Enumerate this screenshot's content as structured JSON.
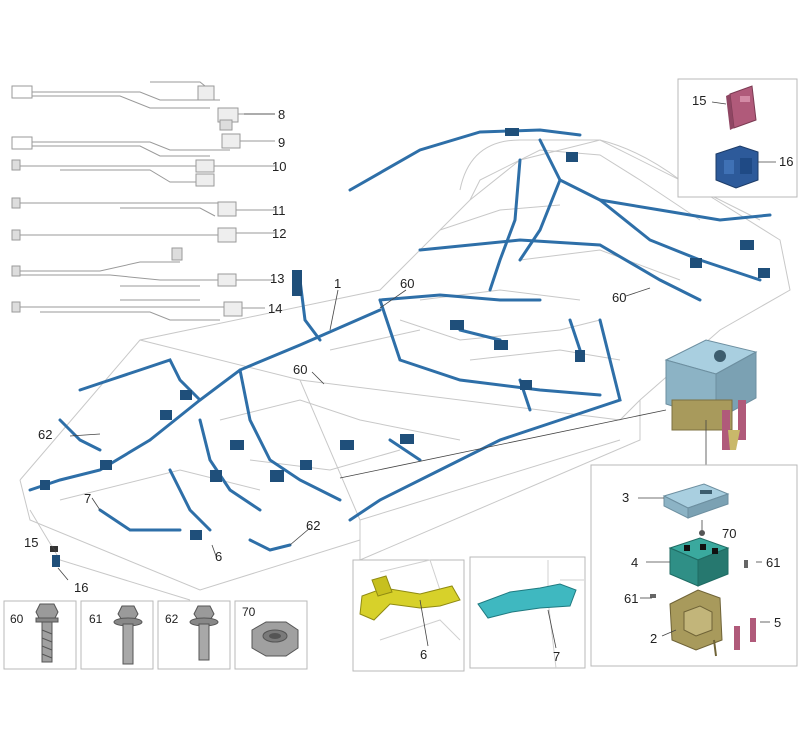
{
  "callouts": {
    "c8": "8",
    "c9": "9",
    "c10": "10",
    "c11": "11",
    "c12": "12",
    "c13": "13",
    "c14": "14",
    "c1": "1",
    "c60a": "60",
    "c60b": "60",
    "c60c": "60",
    "c62a": "62",
    "c62b": "62",
    "c7": "7",
    "c6": "6",
    "c15": "15",
    "c16": "16",
    "inset_15": "15",
    "inset_16": "16",
    "fuse_3": "3",
    "fuse_70": "70",
    "fuse_4": "4",
    "fuse_61a": "61",
    "fuse_61b": "61",
    "fuse_2": "2",
    "fuse_5": "5",
    "detail_6": "6",
    "detail_7": "7"
  },
  "fasteners": [
    {
      "label": "60",
      "icon": "bolt-long-icon"
    },
    {
      "label": "61",
      "icon": "bolt-flange-icon"
    },
    {
      "label": "62",
      "icon": "bolt-flange-short-icon"
    },
    {
      "label": "70",
      "icon": "hex-nut-icon"
    }
  ],
  "colors": {
    "harness": "#2e6fa8",
    "harness_dark": "#1f4f7a",
    "body_line": "#c8c8c8",
    "fusebox_top": "#a9cfe0",
    "relay_green": "#2f8f86",
    "bracket_yellow": "#d7d12a",
    "bracket_cyan": "#3fb8c0",
    "module_pink": "#b05a7a",
    "module_blue": "#2d5a9a",
    "bracket_olive": "#a89a5c"
  }
}
